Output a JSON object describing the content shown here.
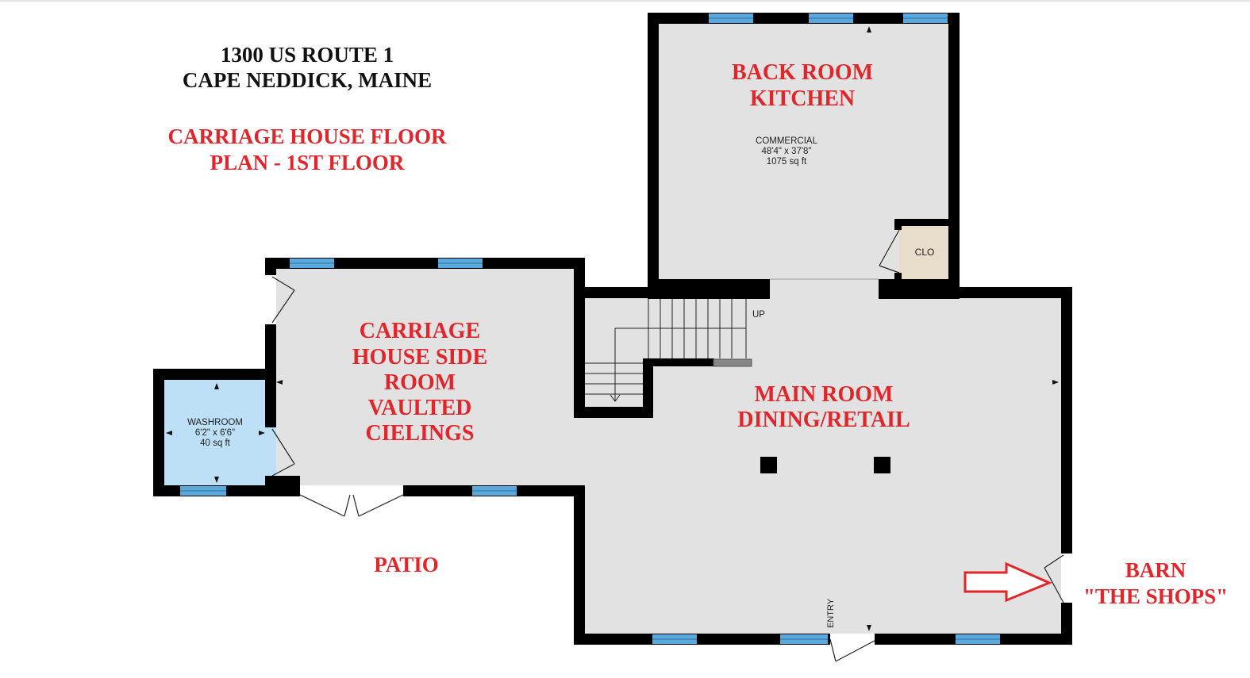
{
  "address": {
    "line1": "1300 US ROUTE 1",
    "line2": "CAPE NEDDICK, MAINE"
  },
  "plan_title": {
    "line1": "CARRIAGE HOUSE FLOOR",
    "line2": "PLAN - 1ST FLOOR"
  },
  "rooms": {
    "back_room": {
      "line1": "BACK ROOM",
      "line2": "KITCHEN",
      "label": "COMMERCIAL",
      "dims": "48'4\" x 37'8\"",
      "area": "1075 sq ft"
    },
    "closet": {
      "label": "CLO"
    },
    "side_room": {
      "lines": [
        "CARRIAGE",
        "HOUSE SIDE",
        "ROOM",
        "VAULTED",
        "CIELINGS"
      ]
    },
    "washroom": {
      "label": "WASHROOM",
      "dims": "6'2\" x 6'6\"",
      "area": "40 sq ft"
    },
    "main_room": {
      "line1": "MAIN ROOM",
      "line2": "DINING/RETAIL"
    }
  },
  "stairs": {
    "label": "UP"
  },
  "entry": {
    "label": "ENTRY"
  },
  "patio": {
    "label": "PATIO"
  },
  "barn": {
    "line1": "BARN",
    "line2": "\"THE SHOPS\""
  },
  "colors": {
    "wall": "#000000",
    "floor": "#e2e2e2",
    "washroom_floor": "#bde0f7",
    "closet_floor": "#e8dccb",
    "window": "#5aa9dd",
    "red_text": "#e0252b",
    "arrow": "#e0252b"
  }
}
